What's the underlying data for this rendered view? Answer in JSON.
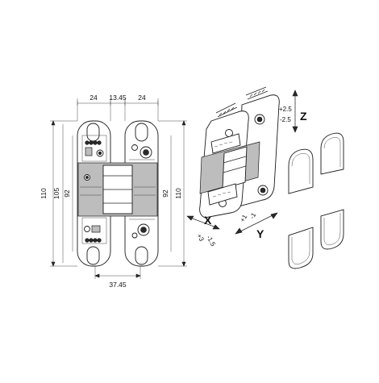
{
  "dimensions": {
    "top_left_width": "24",
    "top_center_gap": "13.45",
    "top_right_width": "24",
    "overall_height_outer": "110",
    "overall_height_105": "105",
    "inner_height_92_left": "92",
    "inner_height_92_right": "92",
    "overall_height_right": "110",
    "bottom_width": "37.45"
  },
  "adjustments": {
    "x_label": "X",
    "x_plus": "+3",
    "x_minus": "-1.5",
    "y_label": "Y",
    "y_plus": "+1",
    "y_minus": "-1",
    "z_label": "Z",
    "z_plus": "+2.5",
    "z_minus": "-2.5"
  },
  "colors": {
    "line": "#1a1a1a",
    "shade": "#bdbdbd",
    "background": "#ffffff"
  }
}
